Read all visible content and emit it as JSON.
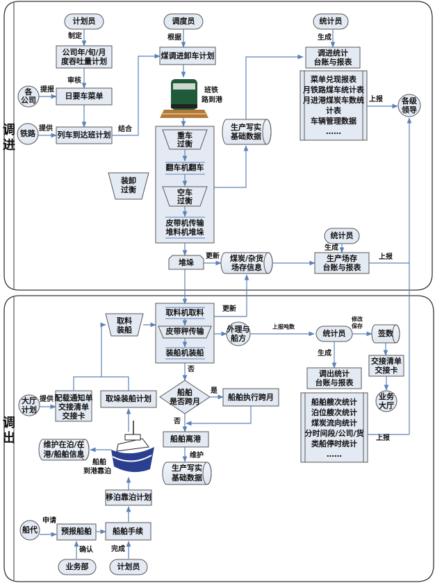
{
  "sections": {
    "top": {
      "label_1": "调",
      "label_2": "进"
    },
    "bottom": {
      "label_1": "调",
      "label_2": "出"
    }
  },
  "top": {
    "planner": "计划员",
    "edge_make": "制定",
    "annual_plan_1": "公司年/旬/月",
    "annual_plan_2": "度吞吐量计划",
    "edge_review": "审核",
    "companies_1": "各",
    "companies_2": "公司",
    "edge_submit": "提报",
    "daily_menu": "日要车菜单",
    "railway": "铁路",
    "edge_provide": "提供",
    "train_schedule": "列车到达班计划",
    "edge_combine": "结合",
    "dispatcher": "调度员",
    "edge_basis": "根据",
    "unload_plan": "煤调进卸车计划",
    "train_label_1": "班铁",
    "train_label_2": "路到港",
    "heavy_weigh_1": "重车",
    "heavy_weigh_2": "过衡",
    "tipper": "翻车机翻车",
    "empty_weigh_1": "空车",
    "empty_weigh_2": "过衡",
    "belt_1": "皮带机传输",
    "belt_2": "堆料机堆垛",
    "load_weigh_1": "装卸",
    "load_weigh_2": "过衡",
    "prod_data_1": "生产写实",
    "prod_data_2": "基础数据",
    "stack": "堆垛",
    "edge_update": "更新",
    "yard_info_1": "煤炭/杂货",
    "yard_info_2": "场存信息",
    "statistician": "统计员",
    "edge_generate": "生成",
    "in_ledger_1": "调进统计",
    "in_ledger_2": "台账与报表",
    "in_reports": [
      "菜单兑现报表",
      "月铁路煤车统计表",
      "月进港煤炭车数统",
      "计表",
      "车辆管理数据",
      "……"
    ],
    "edge_report": "上报",
    "leaders_1": "各级",
    "leaders_2": "领导",
    "statistician_2": "统计员",
    "edge_generate_2": "生成",
    "yard_ledger_1": "生产场存",
    "yard_ledger_2": "台账与报表",
    "edge_report_2": "上报"
  },
  "bottom": {
    "reclaim_load_1": "取料",
    "reclaim_load_2": "装船",
    "edge_update": "更新",
    "reclaimer": "取料机取料",
    "belt_scale": "皮带秤传输",
    "shiploader": "装船机装船",
    "tally_1": "外理与",
    "tally_2": "船方",
    "edge_report_tonnage": "上报吨数",
    "statistician": "统计员",
    "edge_modify_1": "修改",
    "edge_modify_2": "保存",
    "sign_count": "签数",
    "handover_1": "交接清单",
    "handover_2": "交接卡",
    "hall_1": "业务",
    "hall_2": "大厅",
    "edge_generate": "生成",
    "out_ledger_1": "调出统计",
    "out_ledger_2": "台账与报表",
    "out_reports": [
      "船舶艘次统计",
      "泊位艘次统计",
      "煤炭流向统计",
      "分时间段/公司/货",
      "类船停时统计",
      "……"
    ],
    "edge_report": "上报",
    "hall_plan_1": "大厅",
    "hall_plan_2": "计划",
    "edge_provide": "提供",
    "stowage_1": "配载通知单",
    "stowage_2": "交接清单",
    "stowage_3": "交接卡",
    "reclaim_plan": "取垛装船计划",
    "edge_no": "否",
    "decision_1": "船舶",
    "decision_2": "是否跨月",
    "edge_yes": "是",
    "cross_month": "船舶执行跨月",
    "edge_no_2": "否",
    "departure": "船舶离港",
    "edge_maintain": "维护",
    "prod_data_1": "生产写实",
    "prod_data_2": "基础数据",
    "berth_info_1": "维护在泊/在",
    "berth_info_2": "港/船舶信息",
    "ship_label_1": "船舶",
    "ship_label_2": "到港靠泊",
    "berth_plan": "移泊靠泊计划",
    "agent": "船代",
    "edge_apply": "申请",
    "pre_report": "预报船舶",
    "formalities": "船舶手续",
    "edge_confirm": "确认",
    "edge_complete": "完成",
    "business_dept": "业务部",
    "planner": "计划员"
  }
}
